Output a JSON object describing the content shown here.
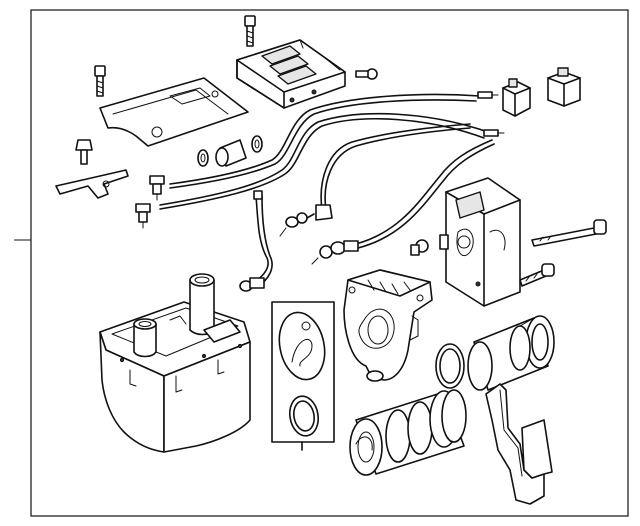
{
  "diagram": {
    "background": "#ffffff",
    "line_color": "#111111",
    "parts": [
      "screw",
      "control-unit",
      "wiring-harness",
      "cover-plate",
      "connector-block",
      "bracket",
      "sensor",
      "grommet",
      "fuel-line",
      "glow-pin",
      "heater-housing",
      "gasket-kit",
      "burner-flange",
      "fan-housing",
      "long-bolt",
      "short-bolt",
      "o-ring",
      "combustion-pipe",
      "exhaust-pipe",
      "heat-shield"
    ]
  }
}
